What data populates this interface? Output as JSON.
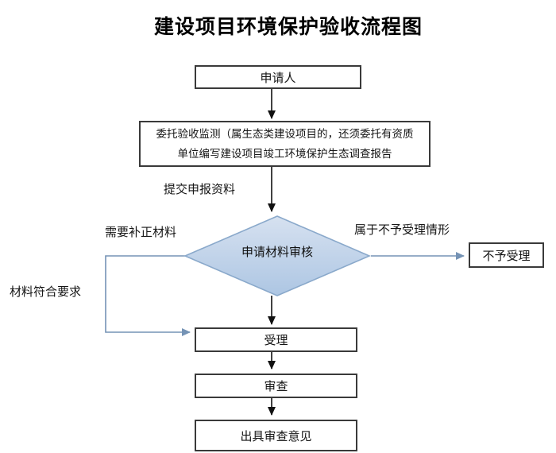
{
  "title": "建设项目环境保护验收流程图",
  "nodes": {
    "applicant": {
      "label": "申请人"
    },
    "entrust": {
      "line1": "委托验收监测（属生态类建设项目的，还须委托有资质",
      "line2": "单位编写建设项目竣工环境保护生态调查报告"
    },
    "review_diamond": {
      "label": "申请材料审核"
    },
    "reject": {
      "label": "不予受理"
    },
    "accept": {
      "label": "受理"
    },
    "examine": {
      "label": "审查"
    },
    "opinion": {
      "label": "出具审查意见"
    }
  },
  "edge_labels": {
    "submit": "提交申报资料",
    "need_supplement": "需要补正材料",
    "not_accept_case": "属于不予受理情形",
    "meet_requirements": "材料符合要求"
  },
  "colors": {
    "diamond_fill_top": "#d6e1f0",
    "diamond_fill_bottom": "#adc6e3",
    "diamond_border": "#8aa9cb",
    "connector_blue": "#7593b5",
    "connector_black": "#111111",
    "box_border": "#3a3a3a"
  }
}
